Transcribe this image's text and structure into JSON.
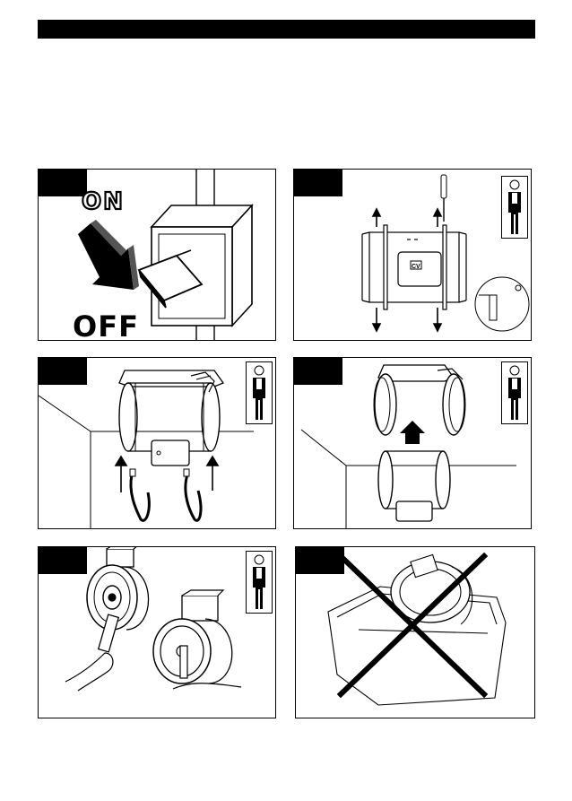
{
  "panels": {
    "p1": {
      "on_label": "ON",
      "off_label": "OFF"
    },
    "p2": {
      "logo_text": "CV"
    }
  }
}
